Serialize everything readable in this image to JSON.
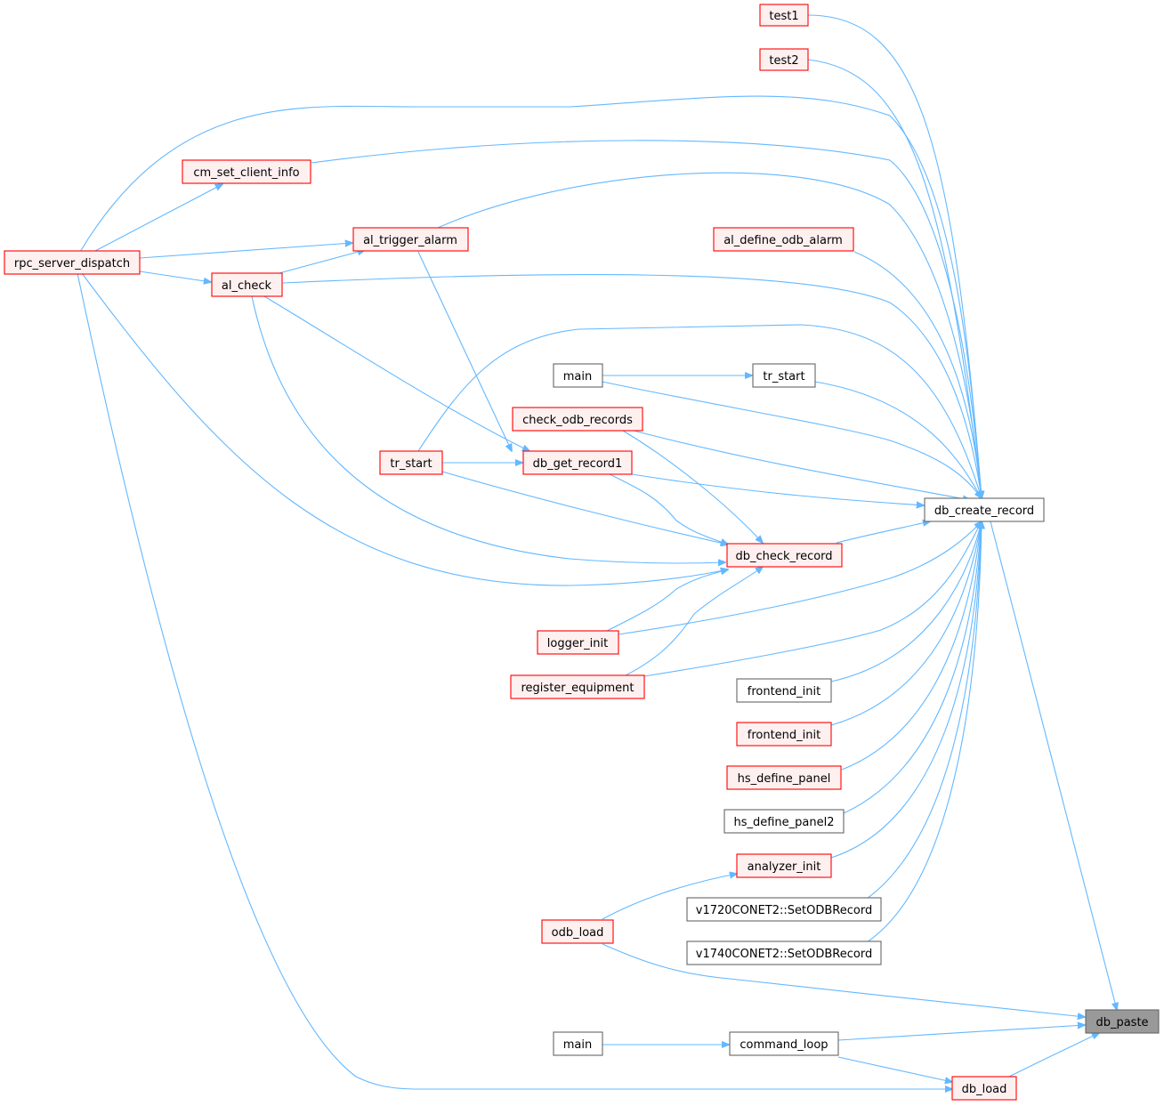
{
  "colors": {
    "edge": "#63b8ff",
    "red_border": "#ff0000",
    "red_fill": "#fff0f0",
    "black_border": "#666666",
    "root_fill": "#999999"
  },
  "nodes": {
    "test1": {
      "label": "test1",
      "style": "red"
    },
    "test2": {
      "label": "test2",
      "style": "red"
    },
    "cm_set_client_info": {
      "label": "cm_set_client_info",
      "style": "red"
    },
    "rpc_server_dispatch": {
      "label": "rpc_server_dispatch",
      "style": "red"
    },
    "al_trigger_alarm": {
      "label": "al_trigger_alarm",
      "style": "red"
    },
    "al_define_odb_alarm": {
      "label": "al_define_odb_alarm",
      "style": "red"
    },
    "al_check": {
      "label": "al_check",
      "style": "red"
    },
    "main_top": {
      "label": "main",
      "style": "black"
    },
    "tr_start_right": {
      "label": "tr_start",
      "style": "black"
    },
    "check_odb_records": {
      "label": "check_odb_records",
      "style": "red"
    },
    "tr_start_left": {
      "label": "tr_start",
      "style": "red"
    },
    "db_get_record1": {
      "label": "db_get_record1",
      "style": "red"
    },
    "db_create_record": {
      "label": "db_create_record",
      "style": "black"
    },
    "db_check_record": {
      "label": "db_check_record",
      "style": "red"
    },
    "logger_init": {
      "label": "logger_init",
      "style": "red"
    },
    "register_equipment": {
      "label": "register_equipment",
      "style": "red"
    },
    "frontend_init_1": {
      "label": "frontend_init",
      "style": "black"
    },
    "frontend_init_2": {
      "label": "frontend_init",
      "style": "red"
    },
    "hs_define_panel": {
      "label": "hs_define_panel",
      "style": "red"
    },
    "hs_define_panel2": {
      "label": "hs_define_panel2",
      "style": "black"
    },
    "analyzer_init": {
      "label": "analyzer_init",
      "style": "red"
    },
    "v1720": {
      "label": "v1720CONET2::SetODBRecord",
      "style": "black"
    },
    "odb_load": {
      "label": "odb_load",
      "style": "red"
    },
    "v1740": {
      "label": "v1740CONET2::SetODBRecord",
      "style": "black"
    },
    "db_paste": {
      "label": "db_paste",
      "style": "root"
    },
    "main_bottom": {
      "label": "main",
      "style": "black"
    },
    "command_loop": {
      "label": "command_loop",
      "style": "black"
    },
    "db_load": {
      "label": "db_load",
      "style": "red"
    }
  }
}
